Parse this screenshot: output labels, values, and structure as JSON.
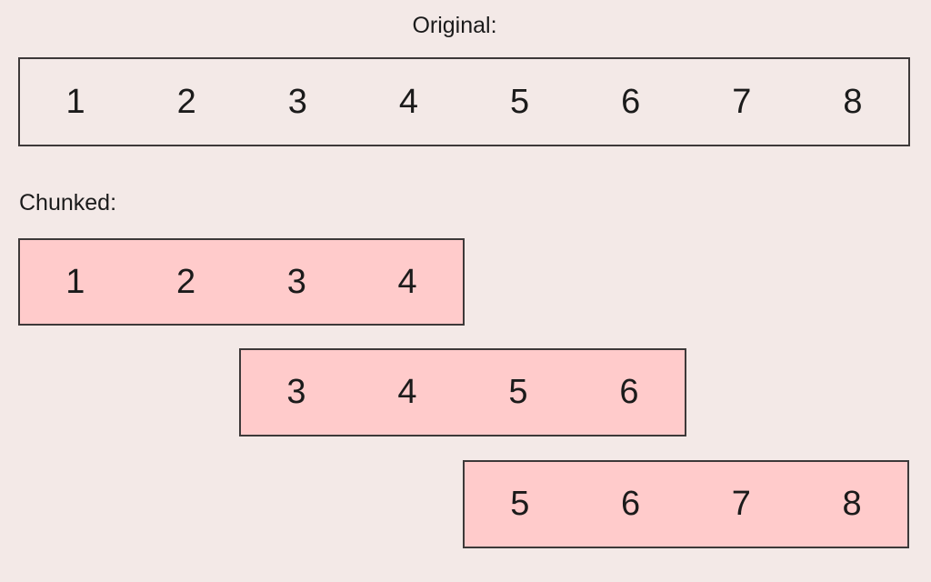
{
  "labels": {
    "original": "Original:",
    "chunked": "Chunked:"
  },
  "original": {
    "cells": [
      "1",
      "2",
      "3",
      "4",
      "5",
      "6",
      "7",
      "8"
    ]
  },
  "chunks": [
    {
      "cells": [
        "1",
        "2",
        "3",
        "4"
      ]
    },
    {
      "cells": [
        "3",
        "4",
        "5",
        "6"
      ]
    },
    {
      "cells": [
        "5",
        "6",
        "7",
        "8"
      ]
    }
  ],
  "colors": {
    "background": "#f3e9e7",
    "chunk_fill": "#ffcbcb",
    "box_border": "#3d3939",
    "text": "#1b1b1b"
  }
}
